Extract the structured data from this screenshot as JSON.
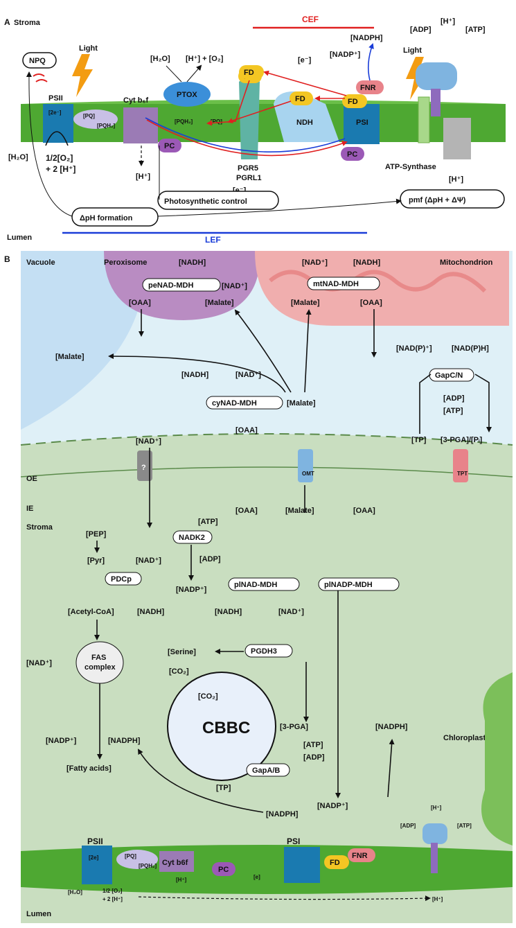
{
  "panel_a": {
    "letter": "A",
    "stroma": "Stroma",
    "lumen": "Lumen",
    "cef": "CEF",
    "lef": "LEF",
    "npq": "NPQ",
    "light": "Light",
    "psii": "PSII",
    "two_e": "[2e⁻]",
    "pq": "[PQ]",
    "pqh2": "[PQH₂]",
    "cytb6f": "Cyt b₆f",
    "ptox": "PTOX",
    "h2o_top": "[H₂O]",
    "h_o2": "[H⁺] + [O₂]",
    "pqh2_mid": "[PQH₂]",
    "pq_mid": "[PQ]",
    "fd": "FD",
    "e_minus": "[e⁻]",
    "nadph": "[NADPH]",
    "nadp": "[NADP⁺]",
    "fnr": "FNR",
    "ndh": "NDH",
    "psi": "PSI",
    "pc": "PC",
    "pgr5": "PGR5",
    "pgrl1": "PGRL1",
    "h2o": "[H₂O]",
    "half_o2": "1/2[O₂]",
    "two_h": "+ 2 [H⁺]",
    "h_plus": "[H⁺]",
    "photo_control": "Photosynthetic control",
    "dph": "ΔpH formation",
    "pmf": "pmf (ΔpH + ΔΨ)",
    "adp": "[ADP]",
    "atp": "[ATP]",
    "atp_synthase": "ATP-Synthase"
  },
  "panel_b": {
    "letter": "B",
    "vacuole": "Vacuole",
    "peroxisome": "Peroxisome",
    "mitochondrion": "Mitochondrion",
    "chloroplast": "Chloroplast",
    "oe": "OE",
    "ie": "IE",
    "stroma": "Stroma",
    "lumen": "Lumen",
    "nadh": "[NADH]",
    "nad": "[NAD⁺]",
    "oaa": "[OAA]",
    "malate": "[Malate]",
    "pe_mdh": "peNAD-MDH",
    "mt_mdh": "mtNAD-MDH",
    "cy_mdh": "cyNAD-MDH",
    "pl_mdh": "plNAD-MDH",
    "pl_nadp_mdh": "plNADP-MDH",
    "omt": "OMT",
    "tpt": "TPT",
    "unknown": "?",
    "nadph_p": "[NAD(P)⁺]",
    "nadph_h": "[NAD(P)H]",
    "gapcn": "GapC/N",
    "adp": "[ADP]",
    "atp": "[ATP]",
    "tp": "[TP]",
    "pga_pi": "[3-PGA]/[Pᵢ]",
    "pep": "[PEP]",
    "pyr": "[Pyr]",
    "nadk2": "NADK2",
    "nadp": "[NADP⁺]",
    "pdcp": "PDCp",
    "acetyl": "[Acetyl-CoA]",
    "fas": "FAS",
    "complex": "complex",
    "fatty": "[Fatty acids]",
    "nadph": "[NADPH]",
    "serine": "[Serine]",
    "pgdh3": "PGDH3",
    "co2": "[CO₂]",
    "cbbc": "CBBC",
    "pga": "[3-PGA]",
    "gapab": "GapA/B",
    "psii": "PSII",
    "two_e": "[2e]",
    "pq": "[PQ]",
    "pqh2": "[PQH₂]",
    "cytb6f": "Cyt b6f",
    "pc": "PC",
    "psi": "PSI",
    "fd": "FD",
    "fnr": "FNR",
    "e": "[e]",
    "h2o": "[H₂O]",
    "half_o2": "1/2 [O₂]",
    "two_h": "+ 2 [H⁺]",
    "h_plus": "[H⁺]"
  },
  "colors": {
    "membrane": "#4ea832",
    "stroma_bg": "#c9dec0",
    "vacuole": "#c4dff3",
    "peroxisome": "#b98cc2",
    "mito": "#f0aeae",
    "fd": "#f3c623",
    "pc": "#9b59b6",
    "fnr": "#e8838a",
    "psii": "#1a7ab0",
    "ptox": "#3b8fd9",
    "cef_red": "#e02020",
    "lef_blue": "#1a3dd8"
  }
}
